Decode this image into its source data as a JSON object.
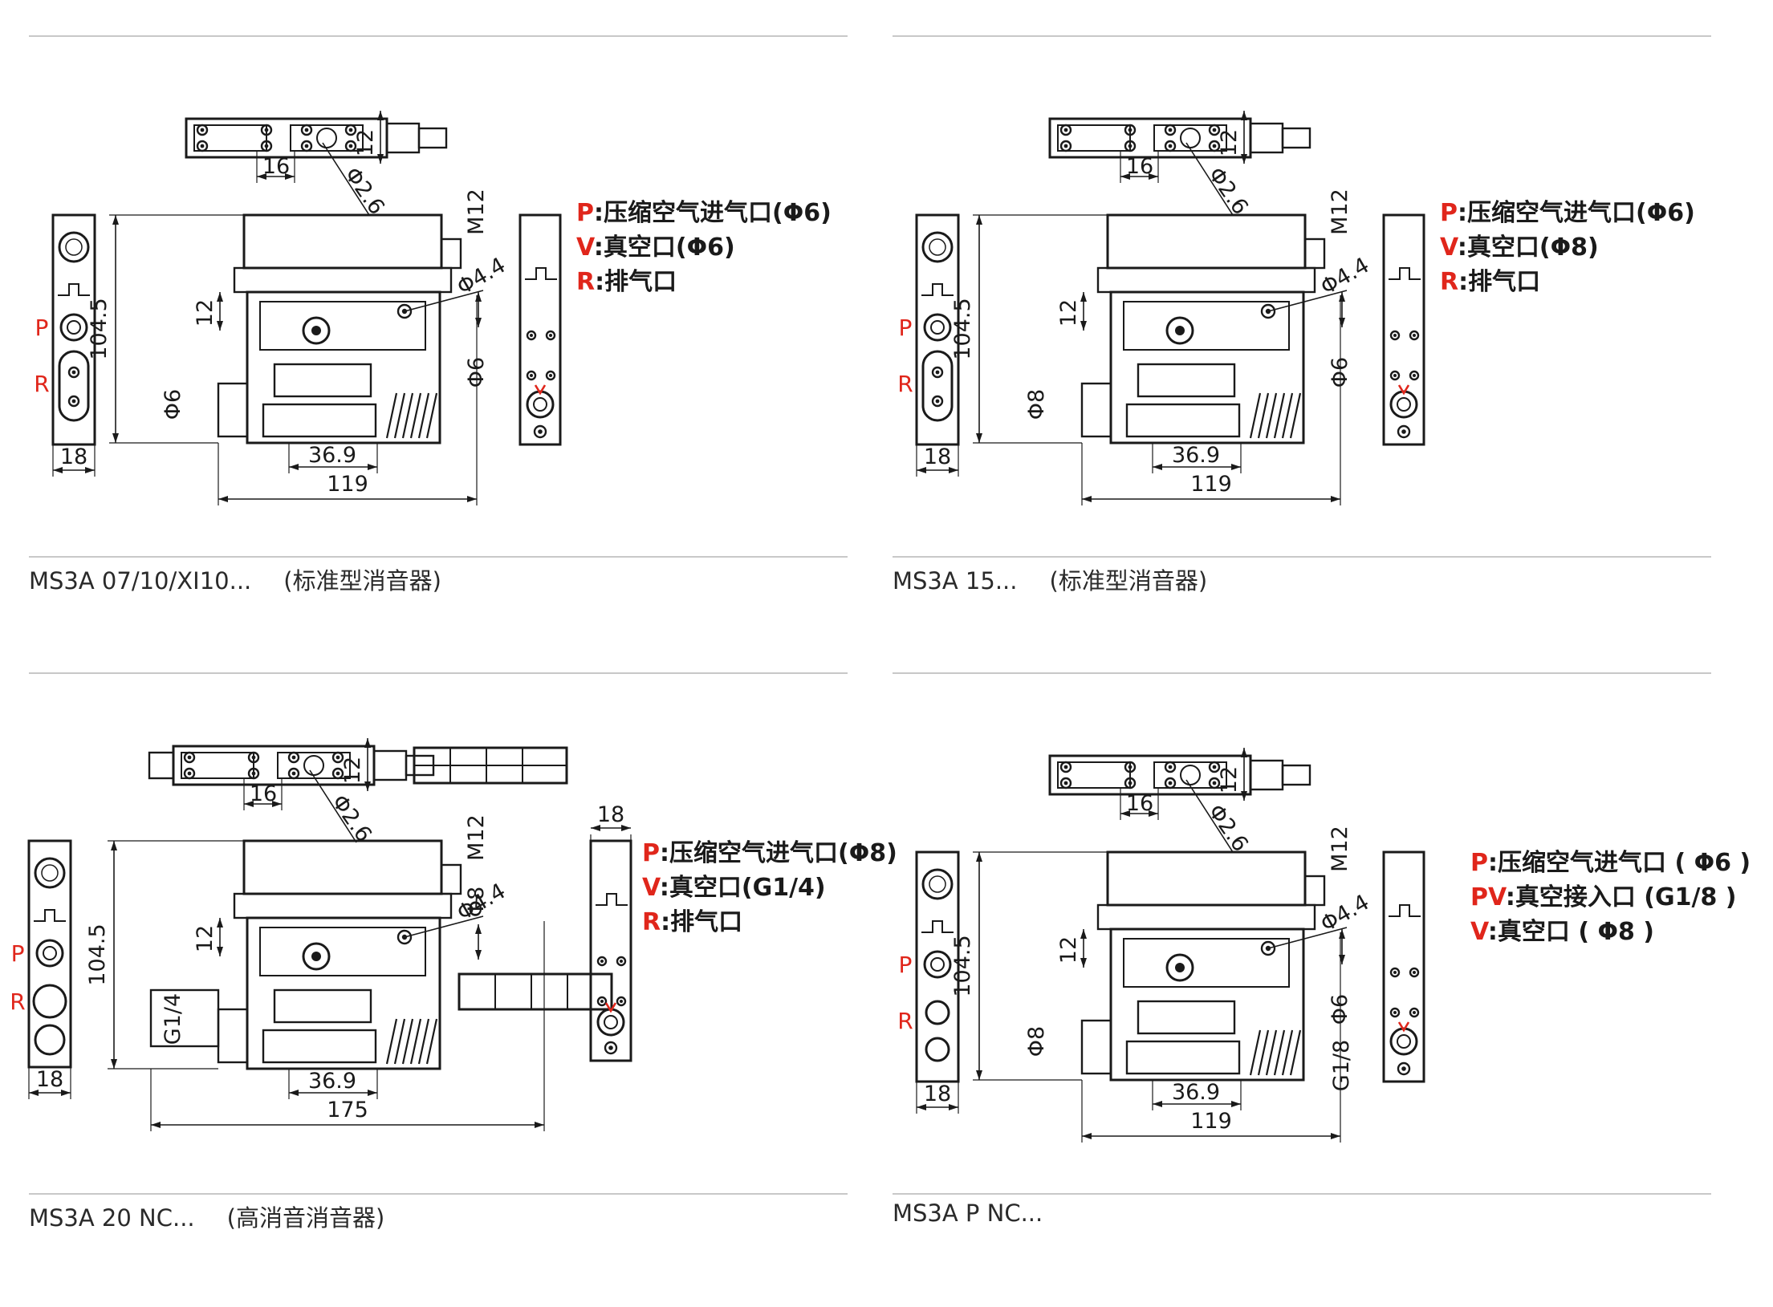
{
  "colors": {
    "accent": "#e0261b",
    "line": "#1a1a1a",
    "rule": "#c8c8c8"
  },
  "panels": [
    {
      "caption": {
        "model": "MS3A 07/10/XI10...",
        "type": "(标准型消音器)"
      },
      "legend": [
        {
          "code": "P",
          "text": ":压缩空气进气口(Φ6)"
        },
        {
          "code": "V",
          "text": ":真空口(Φ6)"
        },
        {
          "code": "R",
          "text": ":排气口"
        }
      ],
      "side_labels": [
        "P",
        "R"
      ],
      "dims": {
        "top_width": "16",
        "top_height": "12",
        "hole": "Φ2.6",
        "m12": "M12",
        "hole2": "Φ4.4",
        "height": "104.5",
        "h12": "12",
        "port_left": "Φ6",
        "port_right": "Φ6",
        "side_width": "18",
        "pitch": "36.9",
        "total": "119"
      }
    },
    {
      "caption": {
        "model": "MS3A 15...",
        "type": "(标准型消音器)"
      },
      "legend": [
        {
          "code": "P",
          "text": ":压缩空气进气口(Φ6)"
        },
        {
          "code": "V",
          "text": ":真空口(Φ8)"
        },
        {
          "code": "R",
          "text": ":排气口"
        }
      ],
      "side_labels": [
        "P",
        "R"
      ],
      "dims": {
        "top_width": "16",
        "top_height": "12",
        "hole": "Φ2.6",
        "m12": "M12",
        "hole2": "Φ4.4",
        "height": "104.5",
        "h12": "12",
        "port_left": "Φ8",
        "port_right": "Φ6",
        "side_width": "18",
        "pitch": "36.9",
        "total": "119"
      }
    },
    {
      "caption": {
        "model": "MS3A 20 NC...",
        "type": "(高消音消音器)"
      },
      "legend": [
        {
          "code": "P",
          "text": ":压缩空气进气口(Φ8)"
        },
        {
          "code": "V",
          "text": ":真空口(G1/4)"
        },
        {
          "code": "R",
          "text": ":排气口"
        }
      ],
      "side_labels": [
        "P",
        "R"
      ],
      "dims": {
        "top_width": "16",
        "top_height": "12",
        "hole": "Φ2.6",
        "m12": "M12",
        "hole2": "Φ4.4",
        "height": "104.5",
        "h12": "12",
        "port_left": "G1/4",
        "port_right": "Φ8",
        "side_width": "18",
        "side_width_right": "18",
        "pitch": "36.9",
        "total": "175"
      }
    },
    {
      "caption": {
        "model": "MS3A P NC...",
        "type": ""
      },
      "legend": [
        {
          "code": "P",
          "text": ":压缩空气进气口 ( Φ6 )"
        },
        {
          "code": "PV",
          "text": ":真空接入口 (G1/8 )"
        },
        {
          "code": "V",
          "text": ":真空口 ( Φ8 )"
        }
      ],
      "side_labels": [
        "P",
        "R"
      ],
      "dims": {
        "top_width": "16",
        "top_height": "12",
        "hole": "Φ2.6",
        "m12": "M12",
        "hole2": "Φ4.4",
        "height": "104.5",
        "h12": "12",
        "port_left": "Φ8",
        "port_right": "Φ6",
        "port_right2": "G1/8",
        "side_width": "18",
        "pitch": "36.9",
        "total": "119"
      }
    }
  ]
}
